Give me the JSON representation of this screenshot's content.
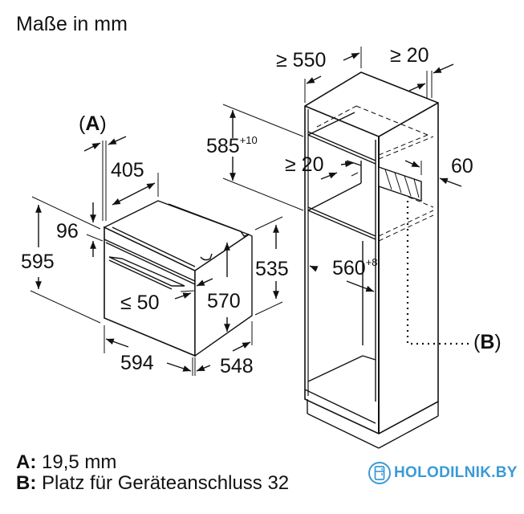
{
  "title": "Maße in mm",
  "oven": {
    "label_A": "(A)",
    "width_top": "405",
    "panel_height": "96",
    "total_height": "595",
    "door_gap": "≤ 50",
    "inner_height": "570",
    "side_height": "535",
    "front_width": "594",
    "depth": "548"
  },
  "cabinet": {
    "depth_min": "≥ 550",
    "rear_gap": "≥ 20",
    "niche_height": "585",
    "niche_height_tol": "+10",
    "vent_gap": "≥ 20",
    "vent_depth": "60",
    "niche_width": "560",
    "niche_width_tol": "+8",
    "label_B": "(B)"
  },
  "legend": {
    "a_key": "A:",
    "a_value": "19,5 mm",
    "b_key": "B:",
    "b_value": "Platz für Geräteanschluss 32"
  },
  "watermark": {
    "text": "HOLODILNIK.BY",
    "icon": "fridge-icon",
    "color": "#3a9ad6"
  }
}
